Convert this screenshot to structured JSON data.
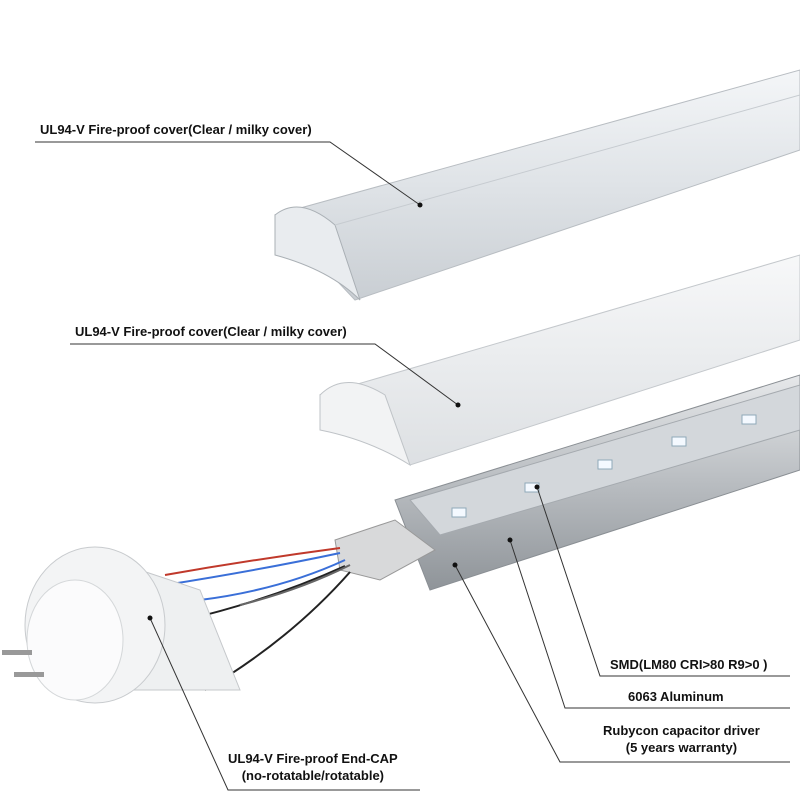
{
  "labels": {
    "top_cover": "UL94-V Fire-proof cover(Clear / milky cover)",
    "second_cover": "UL94-V Fire-proof cover(Clear / milky cover)",
    "smd": "SMD(LM80 CRI>80 R9>0 )",
    "aluminum": "6063 Aluminum",
    "driver_line1": "Rubycon capacitor driver",
    "driver_line2": "(5 years warranty)",
    "endcap_line1": "UL94-V Fire-proof End-CAP",
    "endcap_line2": "(no-rotatable/rotatable)"
  },
  "colors": {
    "wire_red": "#c0392b",
    "wire_blue": "#3a6fd8",
    "wire_black": "#222222",
    "led": "#f4f9ff"
  }
}
